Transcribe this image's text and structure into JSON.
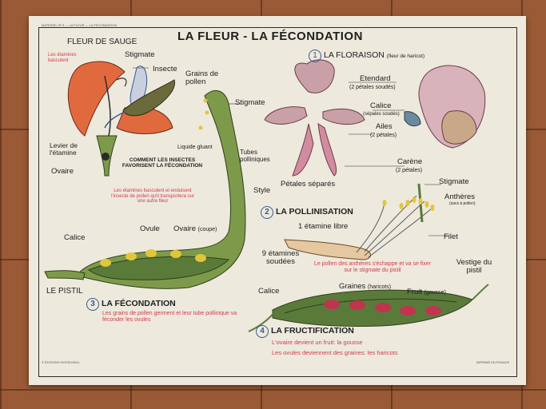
{
  "title": "LA FLEUR - LA FÉCONDATION",
  "header_small_left": "MATERIEL Nº 5 — LA FLEUR — LA FECONDATION",
  "sauge": {
    "title": "FLEUR DE SAUGE",
    "etamines_basculent": "Les étamines basculent",
    "stigmate": "Stigmate",
    "insecte": "Insecte",
    "levier": "Levier de l'étamine",
    "ovaire": "Ovaire",
    "insectes_caption": "COMMENT LES INSECTES FAVORISENT LA FÉCONDATION",
    "red_caption": "Les étamines basculent et enduisent l'insecte de pollen qu'il transportera sur une autre fleur"
  },
  "pistil": {
    "grains_pollen": "Grains de pollen",
    "stigmate": "Stigmate",
    "liquide": "Liquide gluant",
    "tubes": "Tubes polliniques",
    "style": "Style",
    "calice": "Calice",
    "ovule": "Ovule",
    "ovaire": "Ovaire",
    "coupe": "(coupe)",
    "le_pistil": "LE PISTIL"
  },
  "floraison": {
    "num": "1",
    "title": "LA FLORAISON",
    "subtitle": "(fleur de haricot)",
    "etendard": "Etendard",
    "etendard_sub": "(2 pétales soudés)",
    "calice": "Calice",
    "calice_sub": "(sépales soudés)",
    "ailes": "Ailes",
    "ailes_sub": "(2 pétales)",
    "carene": "Carène",
    "carene_sub": "(2 pétales)",
    "petales": "Pétales séparés"
  },
  "pollinisation": {
    "num": "2",
    "title": "LA POLLINISATION",
    "stigmate": "Stigmate",
    "antheres": "Anthères",
    "antheres_sub": "(sacs à pollen)",
    "etamine_libre": "1 étamine libre",
    "filet": "Filet",
    "etamines_soudees": "9 étamines soudées",
    "red_text": "Le pollen des anthères s'échappe et va se fixer sur le stigmate du pistil"
  },
  "fecondation": {
    "num": "3",
    "title": "LA FÉCONDATION",
    "red_text": "Les grains de pollen germent et leur tube pollinique va féconder les ovules"
  },
  "fructification": {
    "num": "4",
    "title": "LA FRUCTIFICATION",
    "calice": "Calice",
    "graines": "Graines",
    "graines_sub": "(haricots)",
    "fruit": "Fruit",
    "fruit_sub": "(gousse)",
    "vestige": "Vestige du pistil",
    "red_line1": "L'ovaire devient un fruit: la gousse",
    "red_line2": "Les ovules deviennent des graines: les haricots"
  },
  "footer_left": "© ÉDITIONS ROSSIGNOL",
  "footer_right": "IMPRIMÉ EN FRANCE",
  "colors": {
    "red_text": "#d23b4b",
    "stem_green": "#7d9a4a",
    "petal_red": "#e0603a",
    "petal_pink": "#c9a0a8",
    "blue": "#3a5a8a"
  }
}
